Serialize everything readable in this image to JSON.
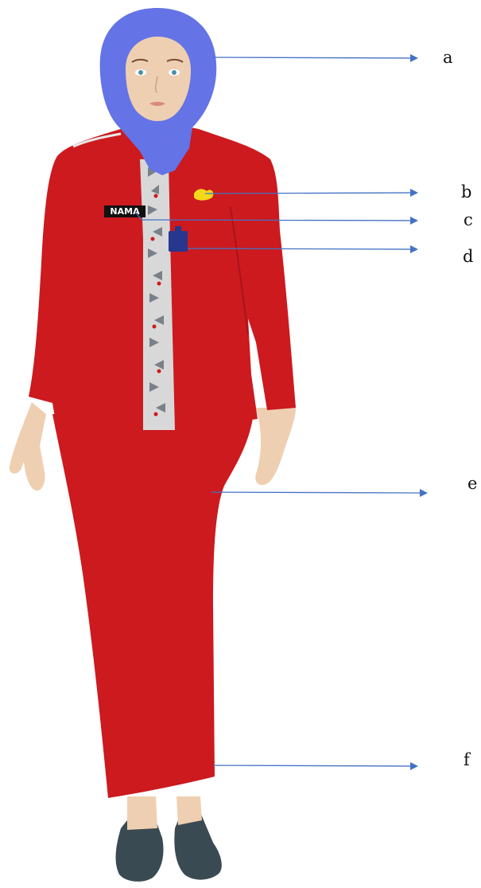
{
  "nametag": {
    "text": "NAMA"
  },
  "callouts": [
    {
      "id": "a",
      "label": "a"
    },
    {
      "id": "b",
      "label": "b"
    },
    {
      "id": "c",
      "label": "c"
    },
    {
      "id": "d",
      "label": "d"
    },
    {
      "id": "e",
      "label": "e"
    },
    {
      "id": "f",
      "label": "f"
    }
  ],
  "colors": {
    "hijab": "#6473e6",
    "uniform": "#cc1a1f",
    "skin": "#efcfb2",
    "shoes": "#3a4a53",
    "batik_base": "#d8d8d8",
    "batik_leaf": "#7a8088",
    "badge_gold": "#f4d81a",
    "id_card": "#27378e",
    "arrow": "#4472c4",
    "nametag_bg": "#111111"
  }
}
